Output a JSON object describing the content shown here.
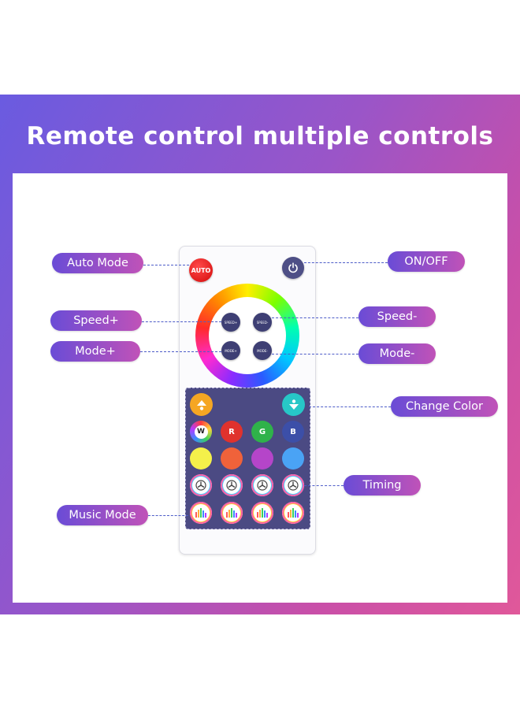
{
  "title": "Remote control multiple controls",
  "labels": {
    "auto_mode": "Auto Mode",
    "on_off": "ON/OFF",
    "speed_plus": "Speed+",
    "speed_minus": "Speed-",
    "mode_plus": "Mode+",
    "mode_minus": "Mode-",
    "change_color": "Change Color",
    "timing": "Timing",
    "music_mode": "Music Mode"
  },
  "remote": {
    "auto_button": "AUTO",
    "speed_plus_button": "SPEED+",
    "speed_minus_button": "SPEED-",
    "mode_plus_button": "MODE+",
    "mode_minus_button": "MODE-",
    "color_buttons": [
      {
        "label": "W",
        "color": "#ffffff"
      },
      {
        "label": "R",
        "color": "#e0322d"
      },
      {
        "label": "G",
        "color": "#2fb24a"
      },
      {
        "label": "B",
        "color": "#3c4fa8"
      }
    ],
    "preset_colors": [
      "#f4f04a",
      "#f0623a",
      "#b545c9",
      "#4aa3f5"
    ],
    "timer_buttons": [
      "timer-1",
      "timer-2",
      "timer-3",
      "timer-4"
    ],
    "music_buttons": [
      "music-1",
      "music-2",
      "music-3",
      "music-4"
    ]
  },
  "colors": {
    "banner_start": "#6a5be0",
    "banner_end": "#e0589a",
    "label_start": "#6a4cd6",
    "label_end": "#c052b8",
    "lead_line": "#4d5cc8"
  }
}
